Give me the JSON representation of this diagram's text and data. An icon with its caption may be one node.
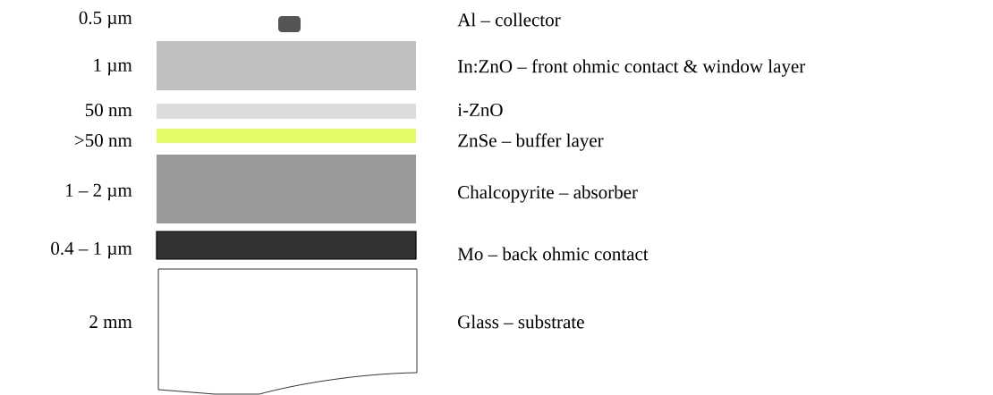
{
  "diagram": {
    "nodes": [
      {
        "text": [],
        "shape": "box"
      },
      {
        "text": [],
        "shape": "box",
        "beside": [
          "1 µm",
          "In:ZnO – front ohmic contact & window layer"
        ]
      },
      {
        "text": [],
        "shape": "box",
        "beside": [
          "50 nm",
          "i-ZnO"
        ]
      },
      {
        "text": [],
        "shape": "box",
        "beside": [
          ">50 nm",
          "ZnSe – buffer layer"
        ]
      },
      {
        "text": [],
        "shape": "box",
        "beside": [
          "1 – 2 µm",
          "Chalcopyrite – absorber"
        ]
      },
      {
        "text": [],
        "shape": "box",
        "beside": [
          "0.4 – 1 µm",
          "Mo – back ohmic contact"
        ]
      },
      {
        "text": [],
        "shape": "box",
        "beside": [
          "2 mm",
          "Glass – substrate"
        ]
      }
    ],
    "labels": [
      "0.5 µm",
      "Al – collector"
    ]
  }
}
